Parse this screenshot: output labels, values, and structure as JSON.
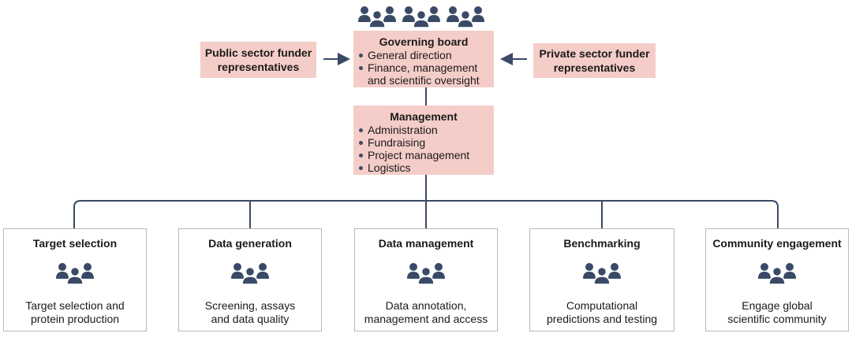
{
  "governing_board": {
    "title": "Governing board",
    "bullets": [
      "General direction",
      "Finance, management",
      "and scientific oversight"
    ]
  },
  "public_funder": {
    "label": "Public sector funder representatives"
  },
  "private_funder": {
    "label": "Private sector funder representatives"
  },
  "management": {
    "title": "Management",
    "bullets": [
      "Administration",
      "Fundraising",
      "Project management",
      "Logistics"
    ]
  },
  "teams": [
    {
      "title": "Target selection",
      "desc_line1": "Target selection and",
      "desc_line2": "protein production",
      "icon": "people-group-icon"
    },
    {
      "title": "Data generation",
      "desc_line1": "Screening, assays",
      "desc_line2": "and data quality",
      "icon": "people-group-icon"
    },
    {
      "title": "Data management",
      "desc_line1": "Data annotation,",
      "desc_line2": "management and access",
      "icon": "people-group-icon"
    },
    {
      "title": "Benchmarking",
      "desc_line1": "Computational",
      "desc_line2": "predictions and testing",
      "icon": "people-group-icon"
    },
    {
      "title": "Community engagement",
      "desc_line1": "Engage global",
      "desc_line2": "scientific community",
      "icon": "people-group-icon"
    }
  ],
  "colors": {
    "box_fill": "#f4cdc8",
    "icon": "#3a4a66",
    "line": "#3a4a66",
    "border": "#b9b9b9"
  }
}
